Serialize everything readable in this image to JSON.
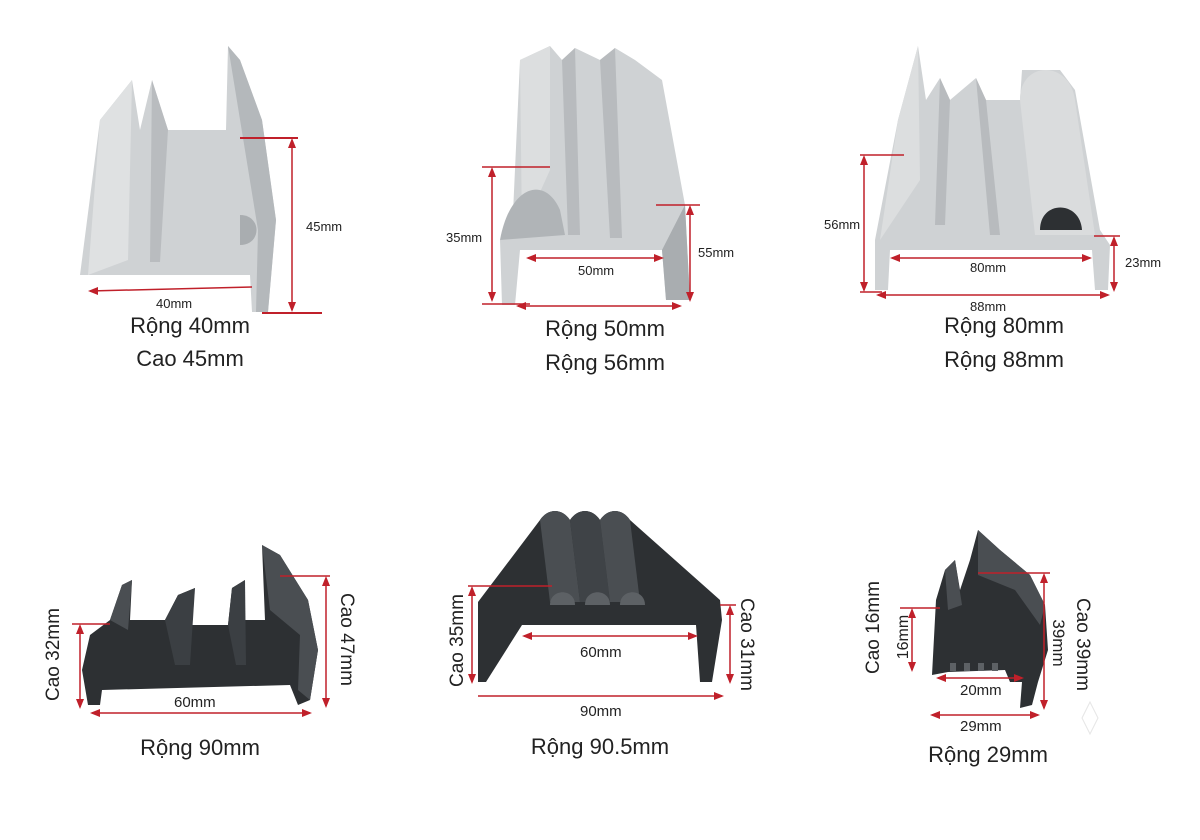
{
  "colors": {
    "gray_profile": "#cfd2d4",
    "gray_profile_dark": "#a9adb0",
    "black_profile": "#2d3033",
    "black_profile_light": "#4a4e52",
    "dimension_line": "#c0202a",
    "text": "#222222"
  },
  "products": [
    {
      "dims": [
        "45mm",
        "40mm"
      ],
      "captions": [
        "Rộng 40mm",
        "Cao 45mm"
      ]
    },
    {
      "dims": [
        "35mm",
        "55mm",
        "50mm"
      ],
      "captions": [
        "Rộng 50mm",
        "Rộng 56mm"
      ]
    },
    {
      "dims": [
        "56mm",
        "23mm",
        "80mm",
        "88mm"
      ],
      "captions": [
        "Rộng 80mm",
        "Rộng 88mm"
      ]
    },
    {
      "dims": [
        "Cao 32mm",
        "Cao 47mm",
        "60mm"
      ],
      "captions": [
        "Rộng 90mm"
      ]
    },
    {
      "dims": [
        "Cao 35mm",
        "Cao 31mm",
        "60mm",
        "90mm"
      ],
      "captions": [
        "Rộng 90.5mm"
      ]
    },
    {
      "dims": [
        "Cao 16mm",
        "16mm",
        "Cao 39mm",
        "39mm",
        "20mm",
        "29mm"
      ],
      "captions": [
        "Rộng 29mm"
      ]
    }
  ]
}
